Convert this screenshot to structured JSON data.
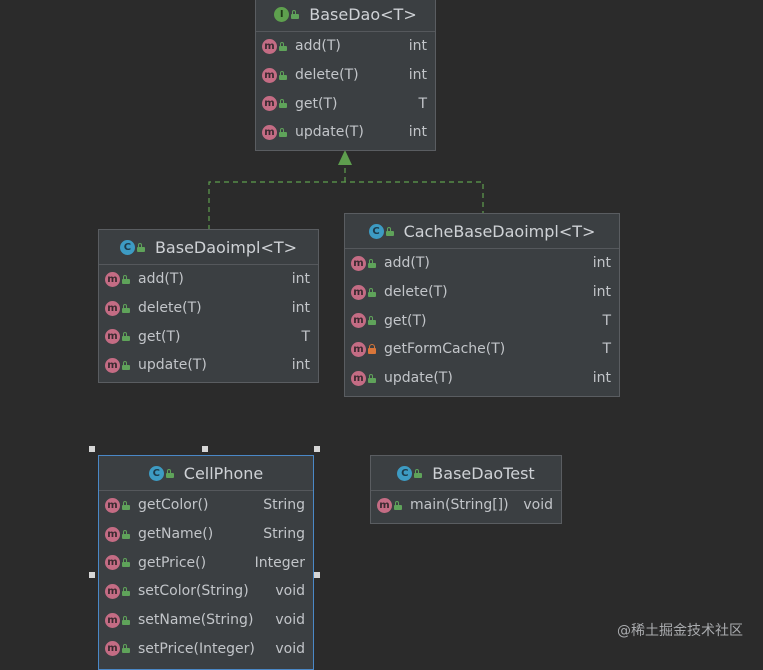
{
  "classes": [
    {
      "id": "basedao",
      "kind": "I",
      "title": "BaseDao<T>",
      "methods": [
        {
          "name": "add(T)",
          "type": "int",
          "visibility": "public"
        },
        {
          "name": "delete(T)",
          "type": "int",
          "visibility": "public"
        },
        {
          "name": "get(T)",
          "type": "T",
          "visibility": "public"
        },
        {
          "name": "update(T)",
          "type": "int",
          "visibility": "public"
        }
      ]
    },
    {
      "id": "basedaoimpl",
      "kind": "C",
      "title": "BaseDaoimpl<T>",
      "methods": [
        {
          "name": "add(T)",
          "type": "int",
          "visibility": "public"
        },
        {
          "name": "delete(T)",
          "type": "int",
          "visibility": "public"
        },
        {
          "name": "get(T)",
          "type": "T",
          "visibility": "public"
        },
        {
          "name": "update(T)",
          "type": "int",
          "visibility": "public"
        }
      ]
    },
    {
      "id": "cachebasedaoimpl",
      "kind": "C",
      "title": "CacheBaseDaoimpl<T>",
      "methods": [
        {
          "name": "add(T)",
          "type": "int",
          "visibility": "public"
        },
        {
          "name": "delete(T)",
          "type": "int",
          "visibility": "public"
        },
        {
          "name": "get(T)",
          "type": "T",
          "visibility": "public"
        },
        {
          "name": "getFormCache(T)",
          "type": "T",
          "visibility": "private"
        },
        {
          "name": "update(T)",
          "type": "int",
          "visibility": "public"
        }
      ]
    },
    {
      "id": "cellphone",
      "kind": "C",
      "title": "CellPhone",
      "methods": [
        {
          "name": "getColor()",
          "type": "String",
          "visibility": "public"
        },
        {
          "name": "getName()",
          "type": "String",
          "visibility": "public"
        },
        {
          "name": "getPrice()",
          "type": "Integer",
          "visibility": "public"
        },
        {
          "name": "setColor(String)",
          "type": "void",
          "visibility": "public"
        },
        {
          "name": "setName(String)",
          "type": "void",
          "visibility": "public"
        },
        {
          "name": "setPrice(Integer)",
          "type": "void",
          "visibility": "public"
        }
      ]
    },
    {
      "id": "basedaotest",
      "kind": "C",
      "title": "BaseDaoTest",
      "methods": [
        {
          "name": "main(String[])",
          "type": "void",
          "visibility": "public"
        }
      ]
    }
  ],
  "icon_letters": {
    "method": "m",
    "class": "C",
    "interface": "I"
  },
  "colors": {
    "background": "#2b2b2b",
    "method_icon": "#c46c84",
    "class_icon": "#3d9bc3",
    "interface_icon": "#5ea04e",
    "realization_arrow": "#5e9e4e",
    "selection_border": "#4a88c7"
  },
  "relations": [
    {
      "from": "basedaoimpl",
      "to": "basedao",
      "type": "realization"
    },
    {
      "from": "cachebasedaoimpl",
      "to": "basedao",
      "type": "realization"
    }
  ],
  "watermark": "@稀土掘金技术社区"
}
